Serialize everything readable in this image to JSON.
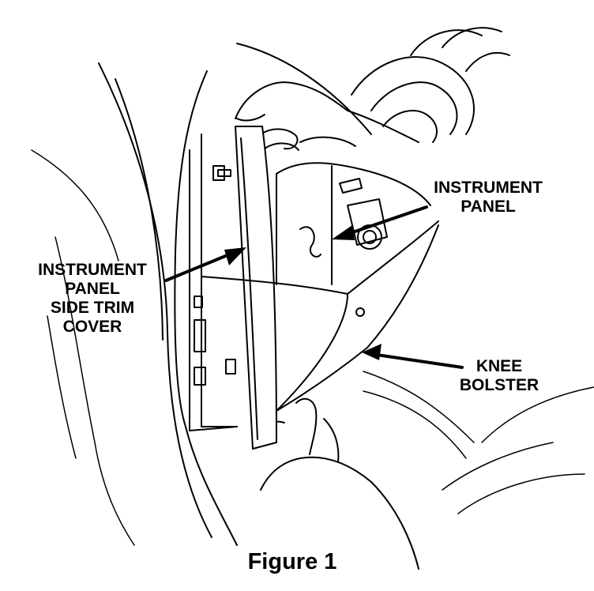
{
  "labels": {
    "instrument_panel": [
      "INSTRUMENT",
      "PANEL"
    ],
    "side_trim_cover": [
      "INSTRUMENT",
      "PANEL",
      "SIDE TRIM",
      "COVER"
    ],
    "knee_bolster": [
      "KNEE",
      "BOLSTER"
    ]
  },
  "caption": "Figure 1"
}
